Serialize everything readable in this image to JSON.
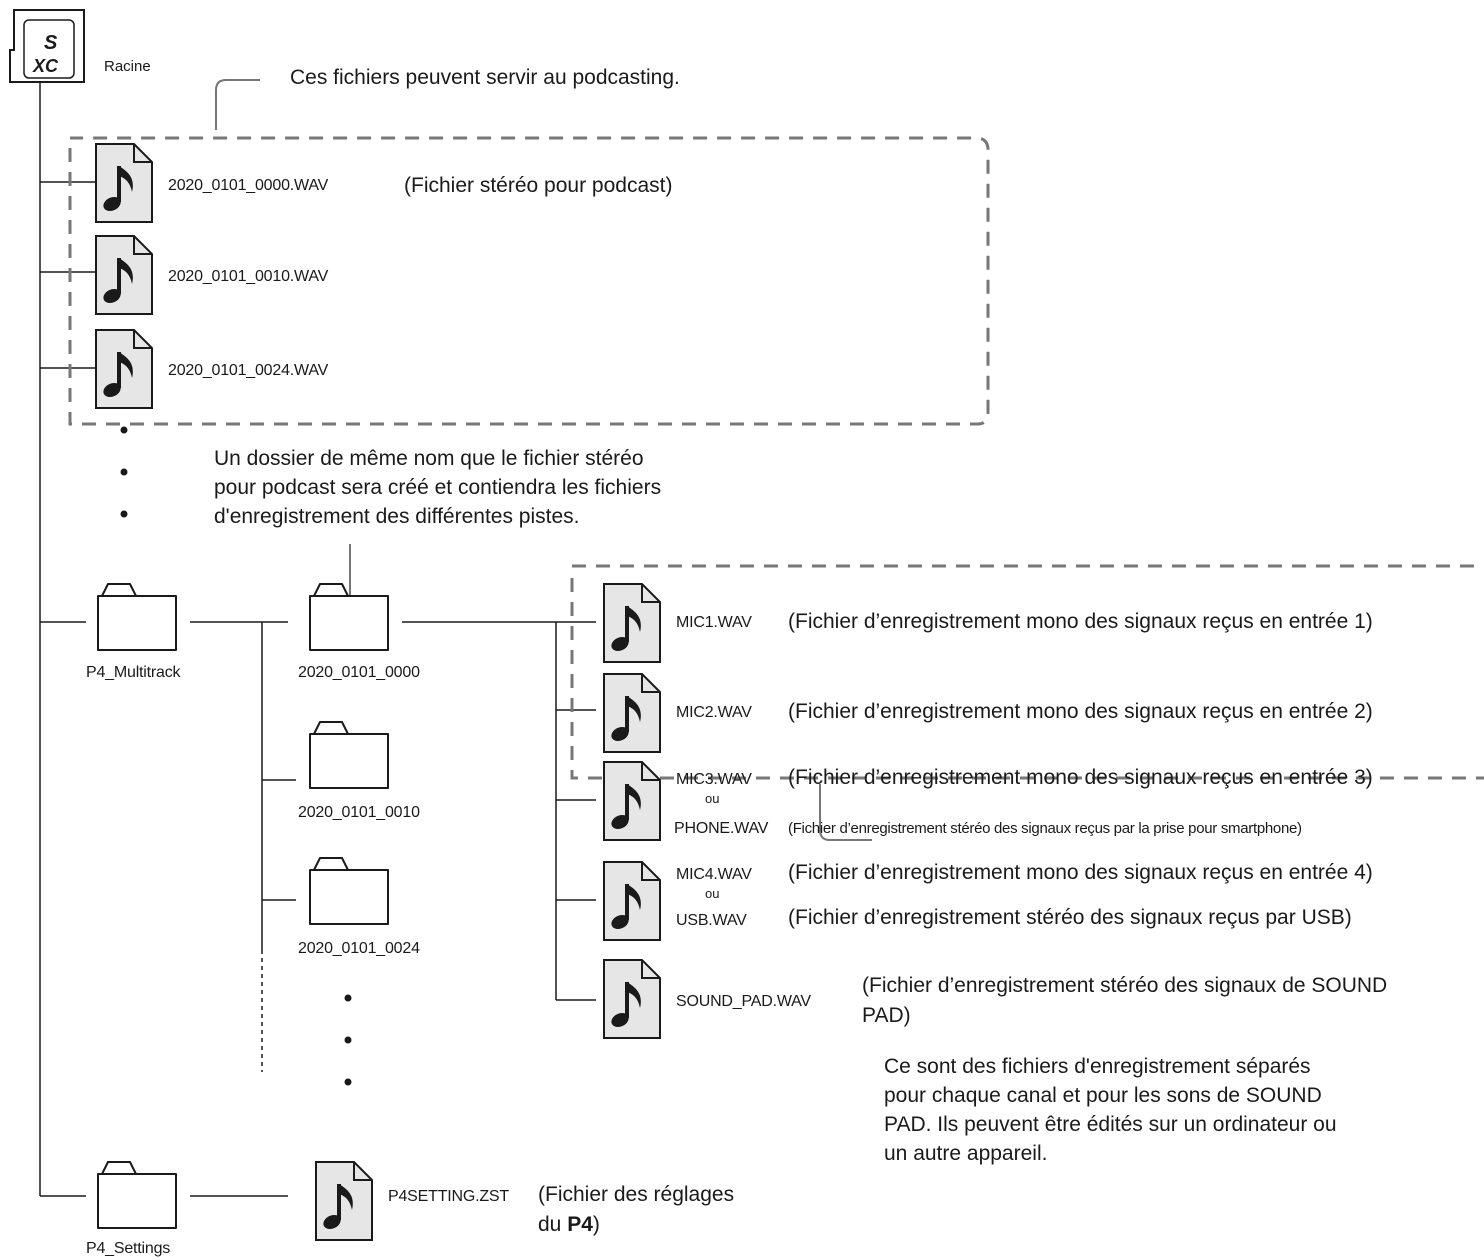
{
  "root": {
    "label": "Racine",
    "sd_logo_top": "S",
    "sd_logo_bottom": "XC"
  },
  "notes": {
    "podcast": "Ces fichiers peuvent servir au podcasting.",
    "folder_line1": "Un dossier de même nom que le fichier stéréo",
    "folder_line2": "pour podcast sera créé et contiendra les fichiers",
    "folder_line3": "d'enregistrement des différentes pistes.",
    "separate_line1": "Ce sont des fichiers d'enregistrement séparés",
    "separate_line2": "pour chaque canal et pour les sons de SOUND",
    "separate_line3": "PAD. Ils peuvent être édités sur un ordinateur ou",
    "separate_line4": "un autre appareil."
  },
  "root_files": [
    {
      "name": "2020_0101_0000.WAV",
      "desc": "(Fichier stéréo pour podcast)"
    },
    {
      "name": "2020_0101_0010.WAV",
      "desc": ""
    },
    {
      "name": "2020_0101_0024.WAV",
      "desc": ""
    }
  ],
  "folders": {
    "multitrack": "P4_Multitrack",
    "settings": "P4_Settings",
    "sub": [
      "2020_0101_0000",
      "2020_0101_0010",
      "2020_0101_0024"
    ]
  },
  "track_files": {
    "mic1": {
      "name": "MIC1.WAV",
      "desc": "(Fichier d’enregistrement mono des signaux reçus en entrée 1)"
    },
    "mic2": {
      "name": "MIC2.WAV",
      "desc": "(Fichier d’enregistrement mono des signaux reçus en entrée 2)"
    },
    "mic3": {
      "name": "MIC3.WAV",
      "or": "ou",
      "alt_name": "PHONE.WAV",
      "desc": "(Fichier d’enregistrement mono des signaux reçus en entrée 3)",
      "alt_desc": "(Fichier d’enregistrement stéréo des signaux reçus par la prise pour smartphone)"
    },
    "mic4": {
      "name": "MIC4.WAV",
      "or": "ou",
      "alt_name": "USB.WAV",
      "desc": "(Fichier d’enregistrement mono des signaux reçus en entrée 4)",
      "alt_desc": "(Fichier d’enregistrement stéréo des signaux reçus par USB)"
    },
    "soundpad": {
      "name": "SOUND_PAD.WAV",
      "desc_line1": "(Fichier d’enregistrement stéréo des signaux de SOUND",
      "desc_line2": "PAD)"
    }
  },
  "settings_file": {
    "name": "P4SETTING.ZST",
    "desc_line1": "(Fichier des réglages",
    "desc_line2_prefix": "du ",
    "desc_line2_bold": "P4",
    "desc_line2_suffix": ")"
  }
}
